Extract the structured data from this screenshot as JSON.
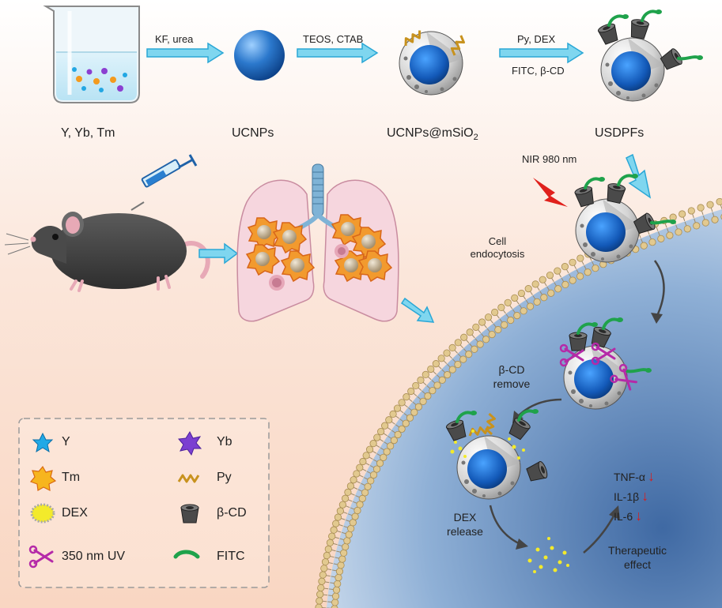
{
  "steps": {
    "kf_urea": "KF, urea",
    "teos_ctab": "TEOS, CTAB",
    "py_dex": "Py, DEX",
    "fitc_bcd": "FITC, β-CD"
  },
  "names": {
    "precursors": "Y, Yb, Tm",
    "ucnps": "UCNPs",
    "ucnps_msio2_main": "UCNPs@mSiO",
    "ucnps_msio2_sub": "2",
    "usdpfs": "USDPFs"
  },
  "notes": {
    "nir": "NIR 980 nm",
    "endocytosis_line1": "Cell",
    "endocytosis_line2": "endocytosis",
    "bcd_remove_line1": "β-CD",
    "bcd_remove_line2": "remove",
    "dex_release_line1": "DEX",
    "dex_release_line2": "release",
    "therapeutic_line1": "Therapeutic",
    "therapeutic_line2": "effect"
  },
  "cytokines": [
    {
      "name": "TNF-α",
      "arrow": "↓"
    },
    {
      "name": "IL-1β",
      "arrow": "↓"
    },
    {
      "name": "IL-6",
      "arrow": "↓"
    }
  ],
  "legend": {
    "y": "Y",
    "yb": "Yb",
    "tm": "Tm",
    "py": "Py",
    "dex": "DEX",
    "bcd": "β-CD",
    "uv": "350 nm UV",
    "fitc": "FITC"
  },
  "colors": {
    "arrow_fill": "#7fd6ef",
    "arrow_stroke": "#2aa7d6",
    "cell_interior": "#5f86b7",
    "ucnp_blue": "#2b78cc",
    "shell_gray": "#d9d9d9",
    "py_gold": "#c8921e",
    "fitc_green": "#1fa24b",
    "bcd_dark": "#454545",
    "uv_magenta": "#b52aa8",
    "dex_yellow": "#f3ea2b",
    "down_red": "#d81e1e"
  }
}
